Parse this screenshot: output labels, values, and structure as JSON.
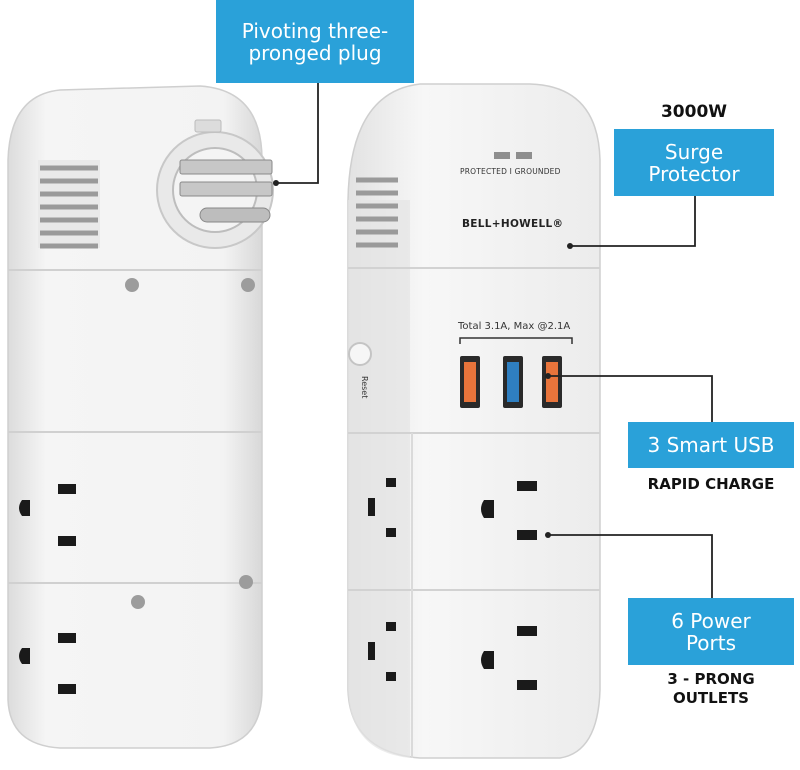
{
  "colors": {
    "callout_blue": "#2aa1d9",
    "device_white": "#f2f2f2",
    "device_shadow": "#d6d6d6",
    "usb_orange": "#e8743b",
    "usb_blue": "#2f7fc1"
  },
  "callouts": {
    "plug": {
      "lines": [
        "Pivoting three-",
        "pronged plug"
      ]
    },
    "surge": {
      "wattage": "3000W",
      "lines": [
        "Surge",
        "Protector"
      ]
    },
    "usb": {
      "box": "3 Smart USB",
      "caption": "RAPID CHARGE"
    },
    "ports": {
      "lines": [
        "6 Power",
        "Ports"
      ],
      "caption_lines": [
        "3 - PRONG",
        "OUTLETS"
      ]
    }
  },
  "device_labels": {
    "indicator": "PROTECTED I GROUNDED",
    "brand": "BELL+HOWELL®",
    "usb_rating": "Total 3.1A, Max @2.1A",
    "reset": "Reset"
  }
}
